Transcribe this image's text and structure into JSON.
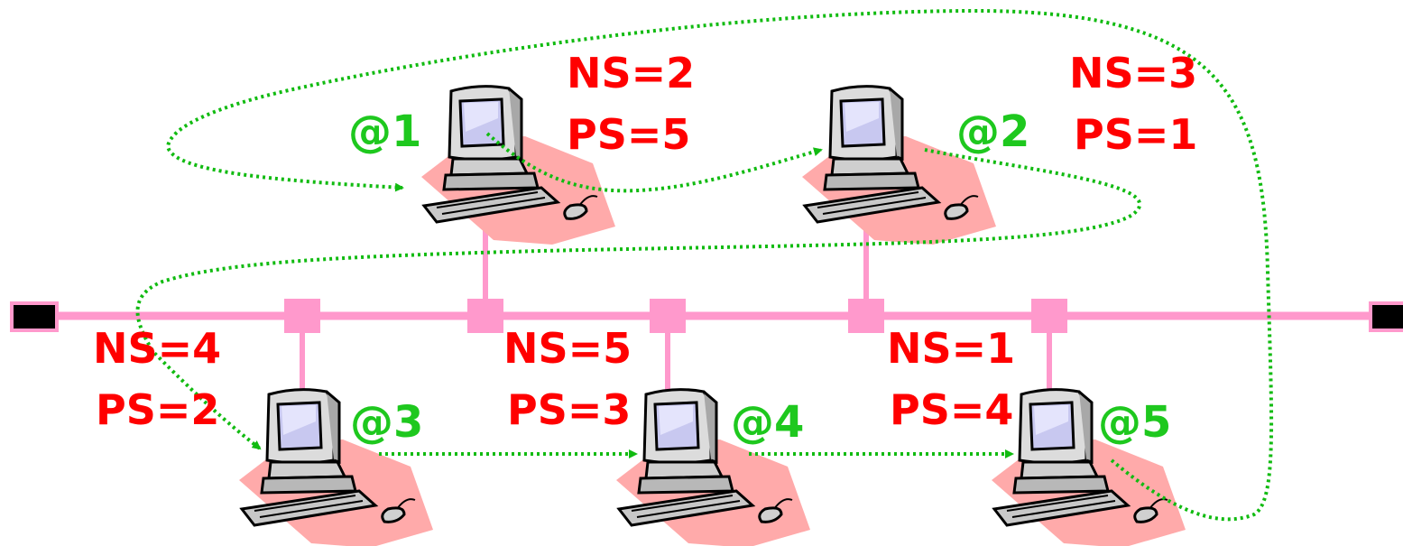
{
  "colors": {
    "bus": "#ff99cc",
    "terminator": "#000000",
    "ring": "#11bb11",
    "state_text": "#ff0000",
    "address_text": "#1ec81e"
  },
  "nodes": [
    {
      "address": "@1",
      "ns": "NS=2",
      "ps": "PS=5"
    },
    {
      "address": "@2",
      "ns": "NS=3",
      "ps": "PS=1"
    },
    {
      "address": "@3",
      "ns": "NS=4",
      "ps": "PS=2"
    },
    {
      "address": "@4",
      "ns": "NS=5",
      "ps": "PS=3"
    },
    {
      "address": "@5",
      "ns": "NS=1",
      "ps": "PS=4"
    }
  ],
  "icons": {
    "computer": "desktop-computer-icon",
    "terminator": "bus-terminator"
  }
}
